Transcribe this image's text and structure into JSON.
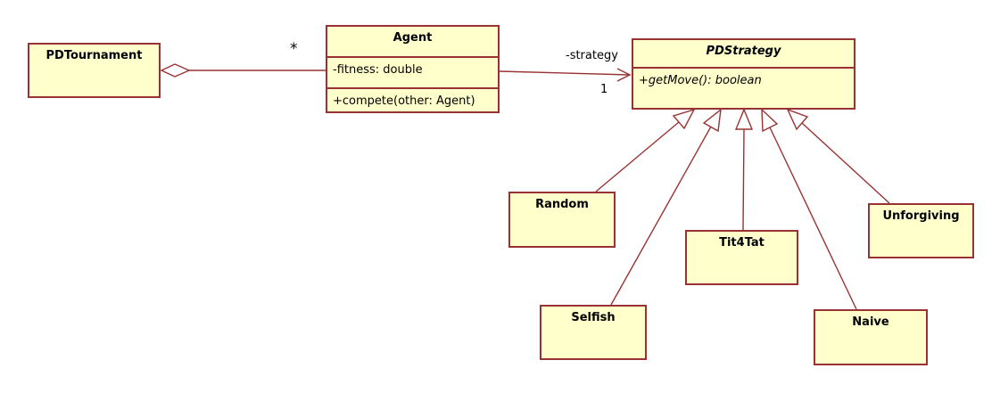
{
  "colors": {
    "box_fill": "#FFFFCC",
    "line_and_border": "#993333",
    "text": "#000000",
    "canvas_background": "#FFFFFF"
  },
  "classes": {
    "pdtournament": {
      "name": "PDTournament"
    },
    "agent": {
      "name": "Agent",
      "attributes": [
        "-fitness: double"
      ],
      "methods": [
        "+compete(other: Agent)"
      ]
    },
    "pdstrategy": {
      "name": "PDStrategy",
      "abstract": true,
      "methods": [
        "+getMove(): boolean"
      ]
    },
    "random": {
      "name": "Random"
    },
    "selfish": {
      "name": "Selfish"
    },
    "tit4tat": {
      "name": "Tit4Tat"
    },
    "naive": {
      "name": "Naive"
    },
    "unforgiving": {
      "name": "Unforgiving"
    }
  },
  "relationships": {
    "tournament_agent": {
      "type": "aggregation",
      "from": "PDTournament",
      "to": "Agent",
      "multiplicity_at_agent": "*"
    },
    "agent_strategy": {
      "type": "directed-association",
      "from": "Agent",
      "to": "PDStrategy",
      "role_label": "-strategy",
      "multiplicity_at_strategy": "1"
    },
    "generalizations": {
      "parent": "PDStrategy",
      "children": [
        "Random",
        "Selfish",
        "Tit4Tat",
        "Naive",
        "Unforgiving"
      ]
    }
  }
}
